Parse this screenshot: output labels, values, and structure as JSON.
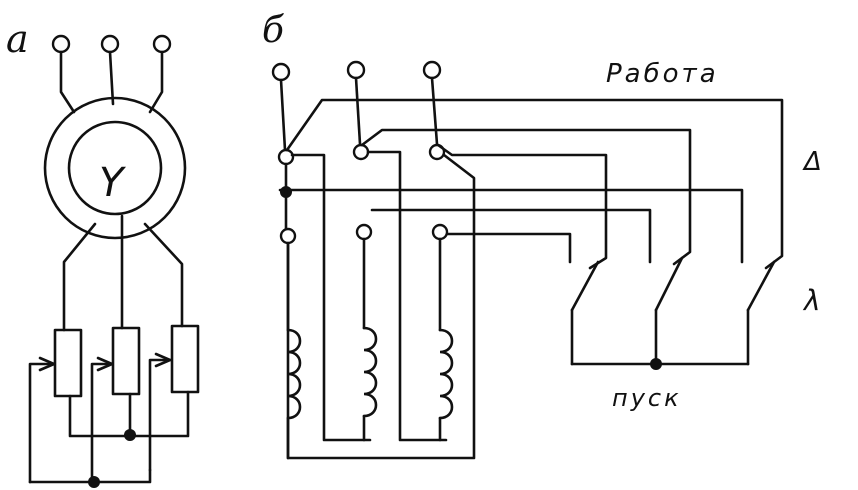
{
  "diagram": {
    "panel_a": {
      "letter": "а",
      "star_symbol": "Y"
    },
    "panel_b": {
      "letter": "б",
      "label_run": "Работа",
      "label_delta": "Δ",
      "label_star": "λ",
      "label_start": "пуск"
    }
  }
}
